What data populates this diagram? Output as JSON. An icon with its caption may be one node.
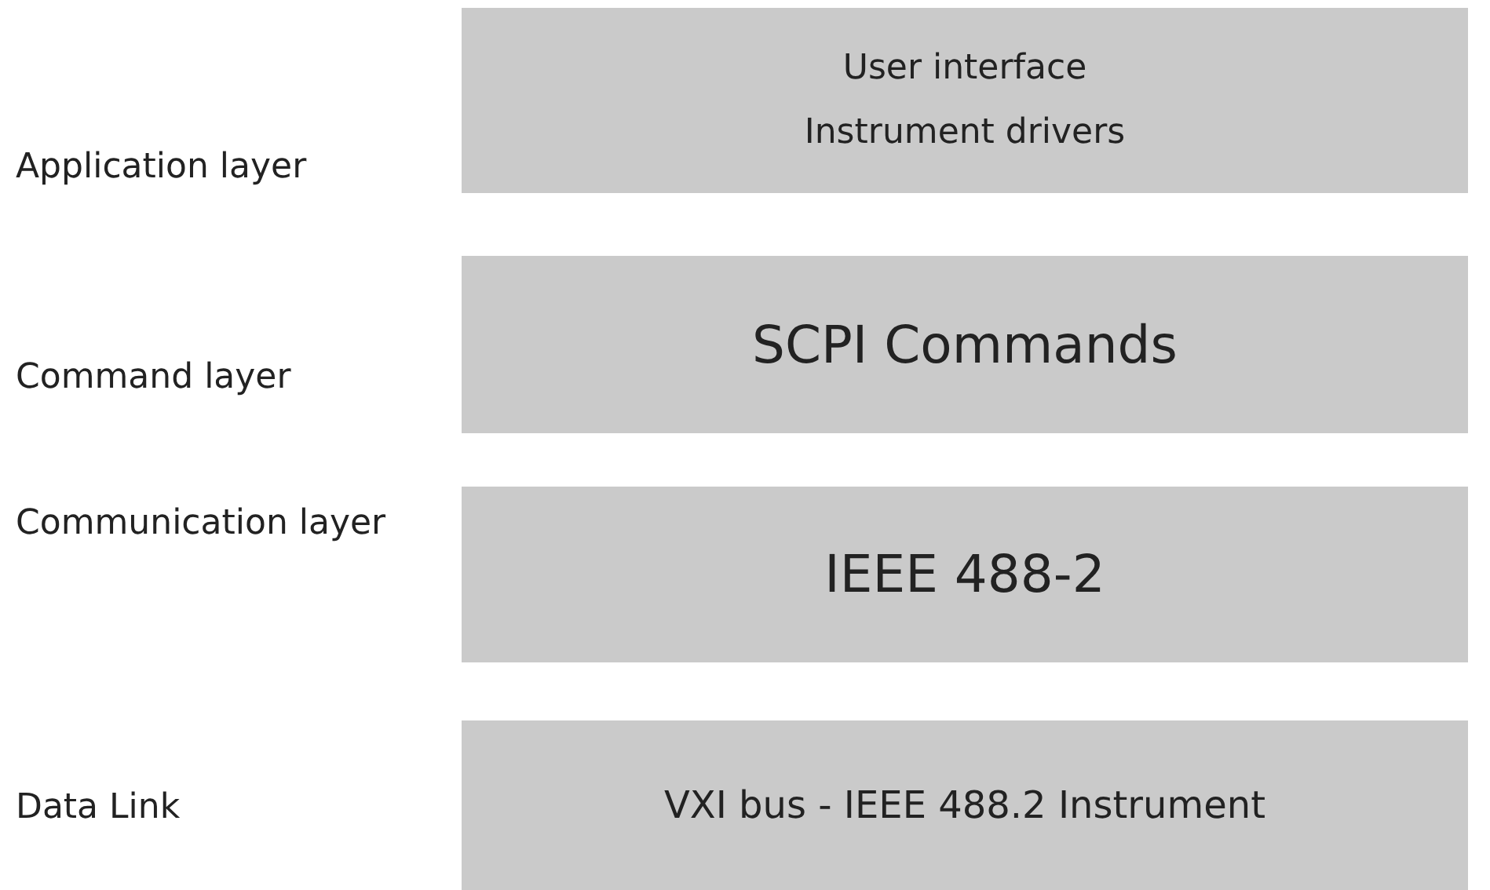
{
  "diagram": {
    "nodes": [
      {
        "text": [
          "User interface",
          "Instrument drivers"
        ]
      },
      {
        "text": [
          "SCPI Commands"
        ]
      },
      {
        "text": [
          "IEEE 488-2"
        ]
      },
      {
        "text": [
          "VXI bus - IEEE 488.2 Instrument"
        ]
      }
    ],
    "labels": [
      "Application layer",
      "Command layer",
      "Communication layer",
      "Data Link"
    ]
  }
}
